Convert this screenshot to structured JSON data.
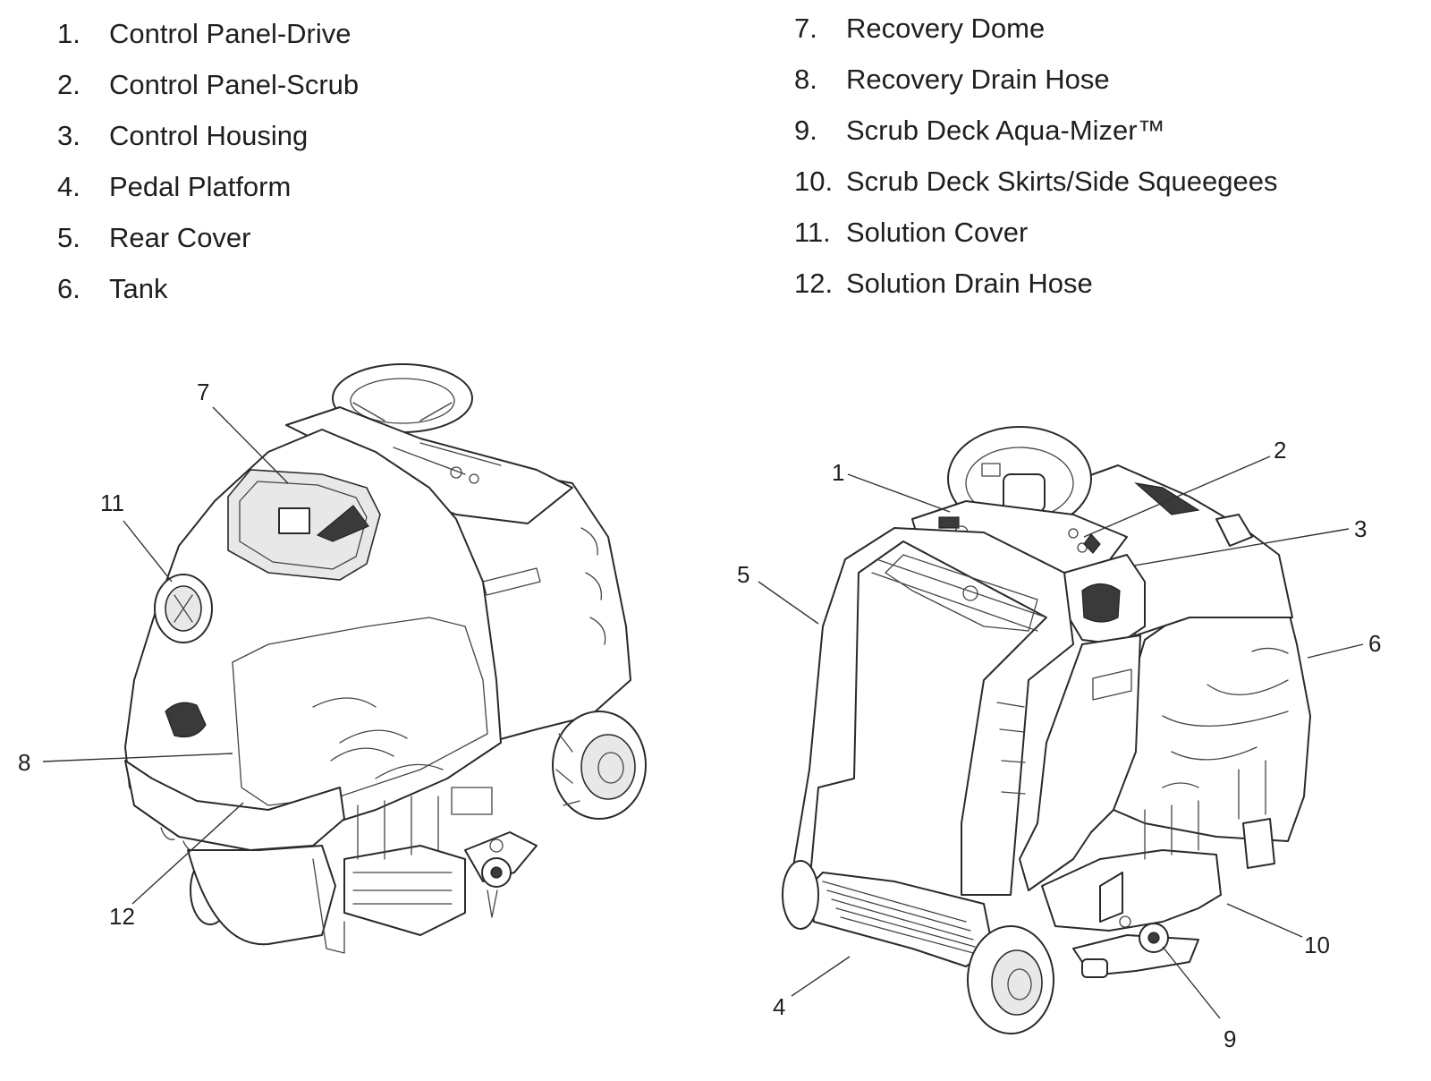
{
  "legend_left": [
    {
      "num": "1.",
      "text": "Control Panel-Drive"
    },
    {
      "num": "2.",
      "text": "Control Panel-Scrub"
    },
    {
      "num": "3.",
      "text": "Control Housing"
    },
    {
      "num": "4.",
      "text": "Pedal Platform"
    },
    {
      "num": "5.",
      "text": "Rear Cover"
    },
    {
      "num": "6.",
      "text": "Tank"
    }
  ],
  "legend_right": [
    {
      "num": "7.",
      "text": "Recovery Dome"
    },
    {
      "num": "8.",
      "text": "Recovery Drain Hose"
    },
    {
      "num": "9.",
      "text": "Scrub Deck Aqua-Mizer™"
    },
    {
      "num": "10.",
      "text": "Scrub Deck Skirts/Side Squeegees"
    },
    {
      "num": "11.",
      "text": "Solution Cover"
    },
    {
      "num": "12.",
      "text": "Solution Drain Hose"
    }
  ],
  "callouts_left_view": [
    "7",
    "11",
    "8",
    "12"
  ],
  "callouts_right_view": [
    "1",
    "2",
    "3",
    "5",
    "6",
    "4",
    "10",
    "9"
  ]
}
